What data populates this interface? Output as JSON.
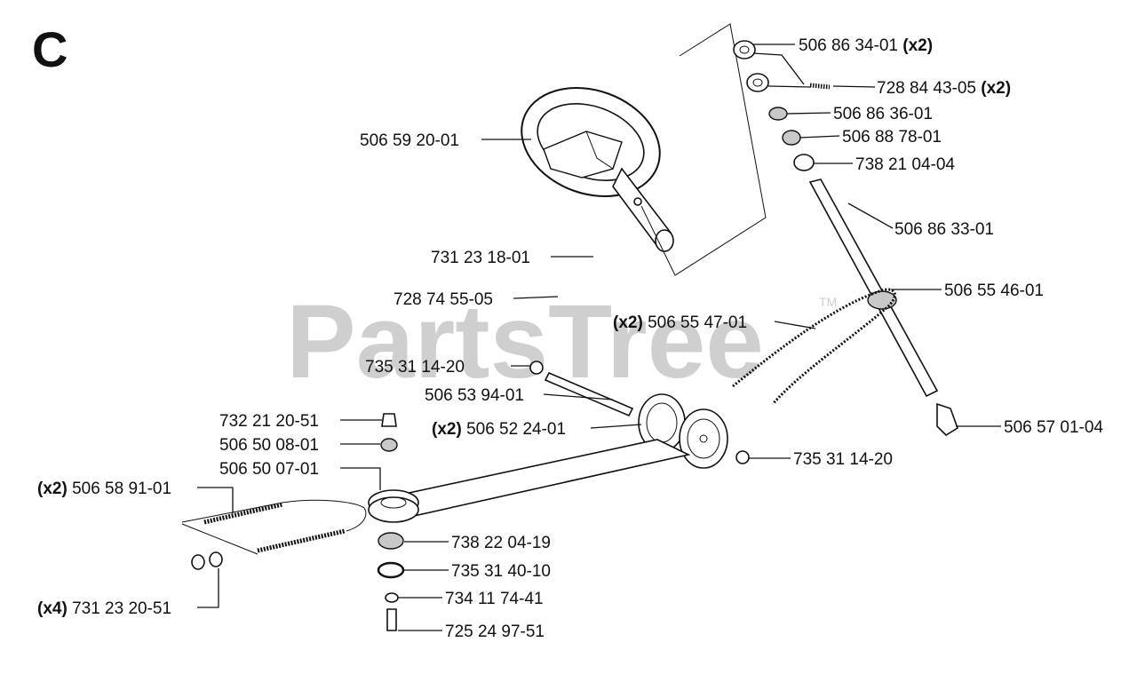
{
  "section_letter": "C",
  "watermark": {
    "text": "PartsTree",
    "tm": "TM",
    "color": "#cfcfcf"
  },
  "parts": [
    {
      "id": "p1",
      "number": "506 86 34-01",
      "qty": "(x2)"
    },
    {
      "id": "p2",
      "number": "728 84 43-05",
      "qty": "(x2)"
    },
    {
      "id": "p3",
      "number": "506 86 36-01",
      "qty": ""
    },
    {
      "id": "p4",
      "number": "506 88 78-01",
      "qty": ""
    },
    {
      "id": "p5",
      "number": "738 21 04-04",
      "qty": ""
    },
    {
      "id": "p6",
      "number": "506 59 20-01",
      "qty": ""
    },
    {
      "id": "p7",
      "number": "506 86 33-01",
      "qty": ""
    },
    {
      "id": "p8",
      "number": "731 23 18-01",
      "qty": ""
    },
    {
      "id": "p9",
      "number": "728 74 55-05",
      "qty": ""
    },
    {
      "id": "p10",
      "number": "506 55 46-01",
      "qty": ""
    },
    {
      "id": "p11",
      "number": "506 55 47-01",
      "qty": "(x2)"
    },
    {
      "id": "p12",
      "number": "735 31 14-20",
      "qty": ""
    },
    {
      "id": "p13",
      "number": "506 53 94-01",
      "qty": ""
    },
    {
      "id": "p14",
      "number": "732 21 20-51",
      "qty": ""
    },
    {
      "id": "p15",
      "number": "506 52 24-01",
      "qty": "(x2)"
    },
    {
      "id": "p16",
      "number": "506 57 01-04",
      "qty": ""
    },
    {
      "id": "p17",
      "number": "506 50 08-01",
      "qty": ""
    },
    {
      "id": "p18",
      "number": "735 31 14-20",
      "qty": ""
    },
    {
      "id": "p19",
      "number": "506 50 07-01",
      "qty": ""
    },
    {
      "id": "p20",
      "number": "506 58 91-01",
      "qty": "(x2)"
    },
    {
      "id": "p21",
      "number": "738 22 04-19",
      "qty": ""
    },
    {
      "id": "p22",
      "number": "735 31 40-10",
      "qty": ""
    },
    {
      "id": "p23",
      "number": "734 11 74-41",
      "qty": ""
    },
    {
      "id": "p24",
      "number": "731 23 20-51",
      "qty": "(x4)"
    },
    {
      "id": "p25",
      "number": "725 24 97-51",
      "qty": ""
    }
  ]
}
